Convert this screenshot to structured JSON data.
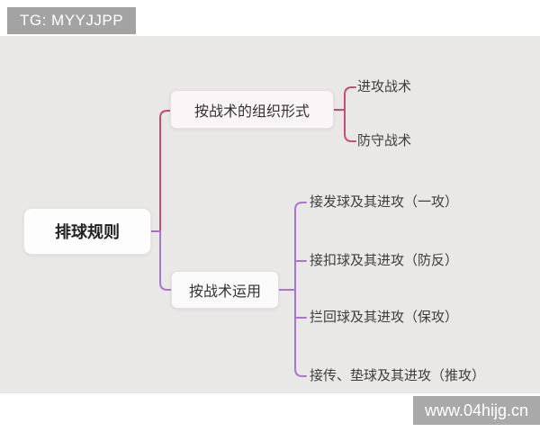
{
  "badge": {
    "text": "TG: MYYJJPP"
  },
  "watermark": {
    "text": "www.04hijg.cn"
  },
  "colors": {
    "canvas_bg": "#e9e8e7",
    "badge_bg": "#a3a3a3",
    "watermark_bg": "#a9a9a9",
    "branch1_line": "#c44d7a",
    "branch2_line": "#a876d9"
  },
  "mindmap": {
    "root": {
      "label": "排球规则"
    },
    "branches": [
      {
        "label": "按战术的组织形式",
        "color": "#c44d7a",
        "children": [
          {
            "label": "进攻战术"
          },
          {
            "label": "防守战术"
          }
        ]
      },
      {
        "label": "按战术运用",
        "color": "#a876d9",
        "children": [
          {
            "label": "接发球及其进攻（一攻）"
          },
          {
            "label": "接扣球及其进攻（防反）"
          },
          {
            "label": "拦回球及其进攻（保攻）"
          },
          {
            "label": "接传、垫球及其进攻（推攻）"
          }
        ]
      }
    ]
  }
}
